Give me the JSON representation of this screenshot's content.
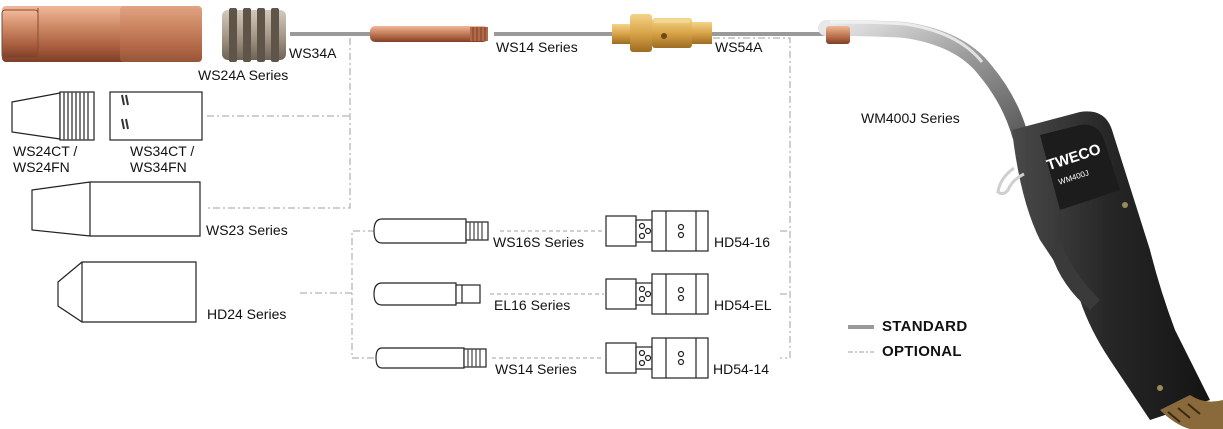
{
  "parts": {
    "ws24a": "WS24A Series",
    "ws34a": "WS34A",
    "ws14_top": "WS14 Series",
    "ws54a": "WS54A",
    "wm400j": "WM400J Series",
    "ws24ct_line1": "WS24CT /",
    "ws24ct_line2": "WS24FN",
    "ws34ct_line1": "WS34CT /",
    "ws34ct_line2": "WS34FN",
    "ws23": "WS23 Series",
    "hd24": "HD24 Series",
    "ws16s": "WS16S Series",
    "hd5416": "HD54-16",
    "el16": "EL16 Series",
    "hd54el": "HD54-EL",
    "ws14_bottom": "WS14 Series",
    "hd5414": "HD54-14"
  },
  "legend": {
    "standard": "STANDARD",
    "optional": "OPTIONAL"
  },
  "brand": {
    "logo_text": "TWECO",
    "model_text": "WM400J"
  },
  "colors": {
    "standard_line": "#9a9a9a",
    "optional_line": "#a0a0a0",
    "copper": "#c9825f",
    "brass": "#d9aa52",
    "gun_body": "#2a2a2a"
  }
}
